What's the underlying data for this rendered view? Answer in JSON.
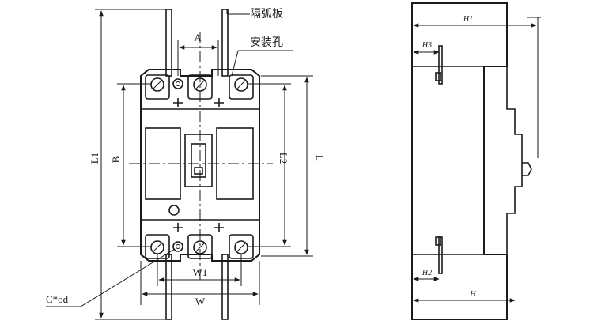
{
  "front_view": {
    "labels": {
      "partition_plate": "隔弧板",
      "mounting_hole": "安装孔",
      "A": "A",
      "B": "B",
      "L1": "L1",
      "L2": "L2",
      "L": "L",
      "W1": "W1",
      "W": "W",
      "Cod": "C*od"
    }
  },
  "side_view": {
    "labels": {
      "H1": "H1",
      "H3": "H3",
      "H2": "H2",
      "H": "H"
    }
  }
}
